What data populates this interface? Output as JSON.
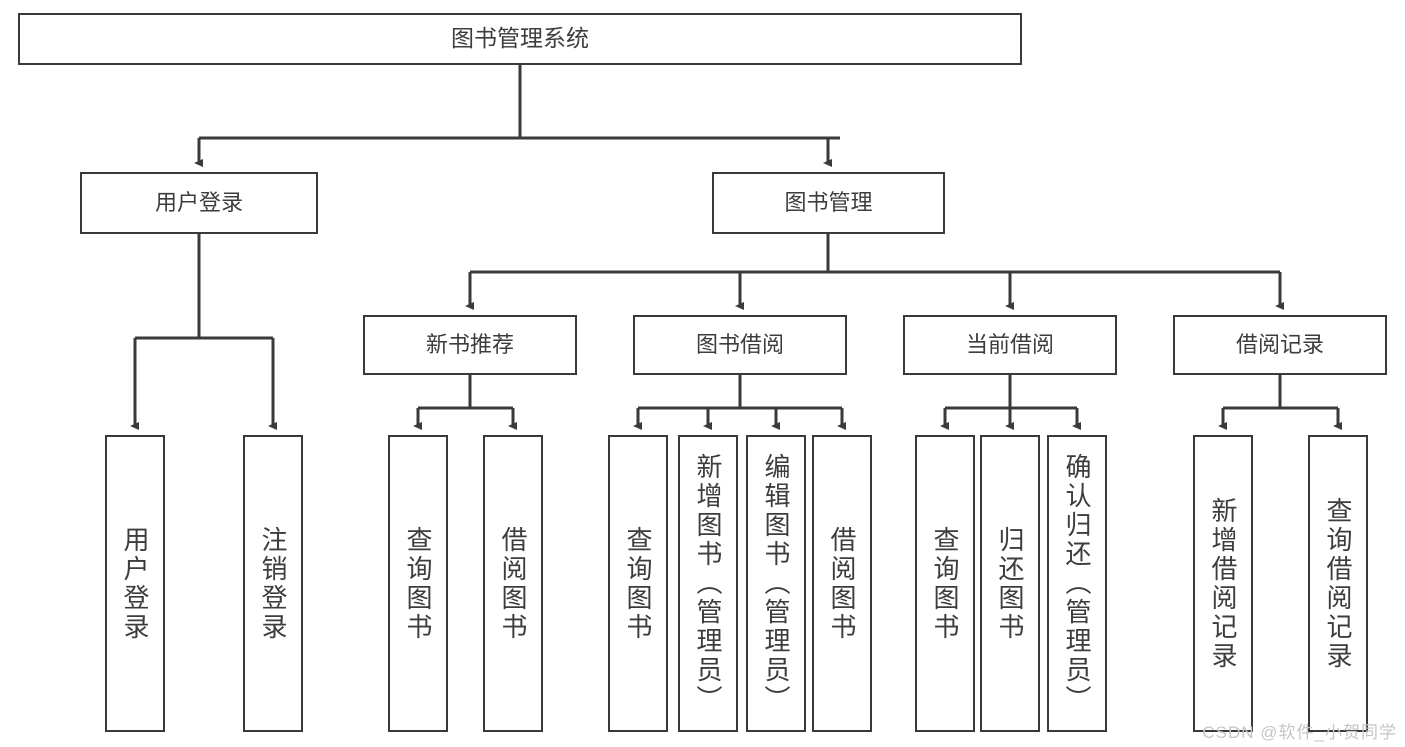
{
  "diagram": {
    "title": "图书管理系统",
    "type": "tree-hierarchy",
    "root": {
      "label": "图书管理系统"
    },
    "level1": [
      {
        "label": "用户登录"
      },
      {
        "label": "图书管理"
      }
    ],
    "level2": [
      {
        "label": "新书推荐"
      },
      {
        "label": "图书借阅"
      },
      {
        "label": "当前借阅"
      },
      {
        "label": "借阅记录"
      }
    ],
    "leaves": {
      "user_login": [
        {
          "label": "用户登录"
        },
        {
          "label": "注销登录"
        }
      ],
      "new_book_recommend": [
        {
          "label": "查询图书"
        },
        {
          "label": "借阅图书"
        }
      ],
      "book_borrow": [
        {
          "label": "查询图书"
        },
        {
          "label": "新增图书（管理员）"
        },
        {
          "label": "编辑图书（管理员）"
        },
        {
          "label": "借阅图书"
        }
      ],
      "current_borrow": [
        {
          "label": "查询图书"
        },
        {
          "label": "归还图书"
        },
        {
          "label": "确认归还（管理员）"
        }
      ],
      "borrow_record": [
        {
          "label": "新增借阅记录"
        },
        {
          "label": "查询借阅记录"
        }
      ]
    }
  },
  "watermark": {
    "text": "CSDN @软件_小贺同学"
  },
  "colors": {
    "box_border": "#3a3a3a",
    "text": "#3d3d3d",
    "background": "#ffffff",
    "watermark": "#c6c6c6"
  }
}
